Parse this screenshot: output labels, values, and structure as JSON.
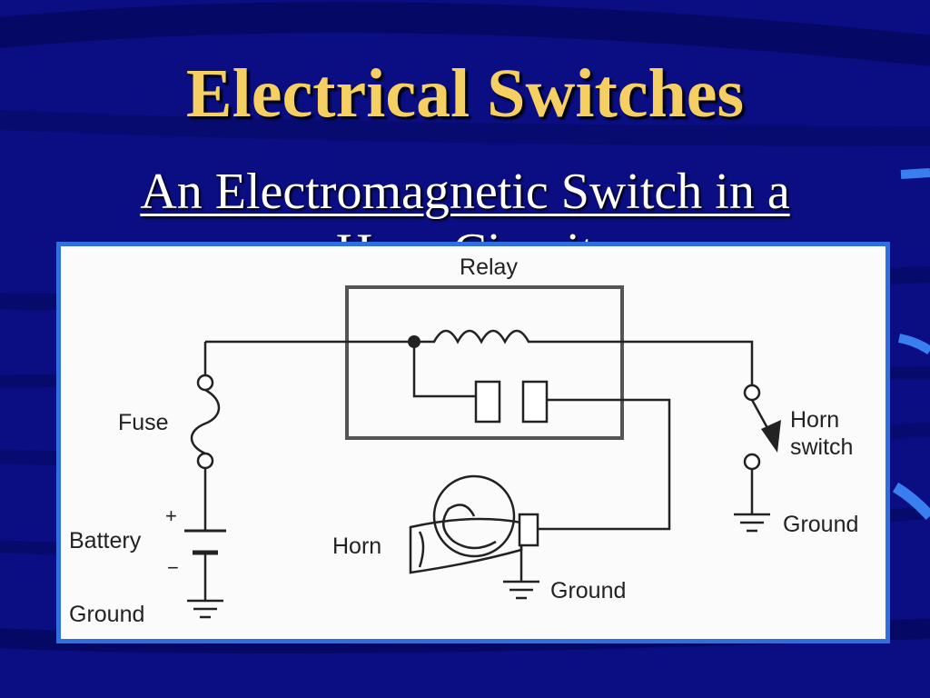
{
  "slide": {
    "title": "Electrical Switches",
    "subtitle": "An Electromagnetic Switch in a Horn Circuit"
  },
  "colors": {
    "background": "#0a0e82",
    "title": "#f6cf63",
    "subtitle": "#ffffff",
    "frame_border": "#2f6fe0",
    "diagram_bg": "#fbfbfb",
    "ink": "#222222"
  },
  "diagram": {
    "labels": {
      "relay": "Relay",
      "fuse": "Fuse",
      "battery": "Battery",
      "plus": "+",
      "minus": "−",
      "ground_left": "Ground",
      "horn": "Horn",
      "ground_horn": "Ground",
      "horn_switch_line1": "Horn",
      "horn_switch_line2": "switch",
      "ground_right": "Ground"
    }
  }
}
